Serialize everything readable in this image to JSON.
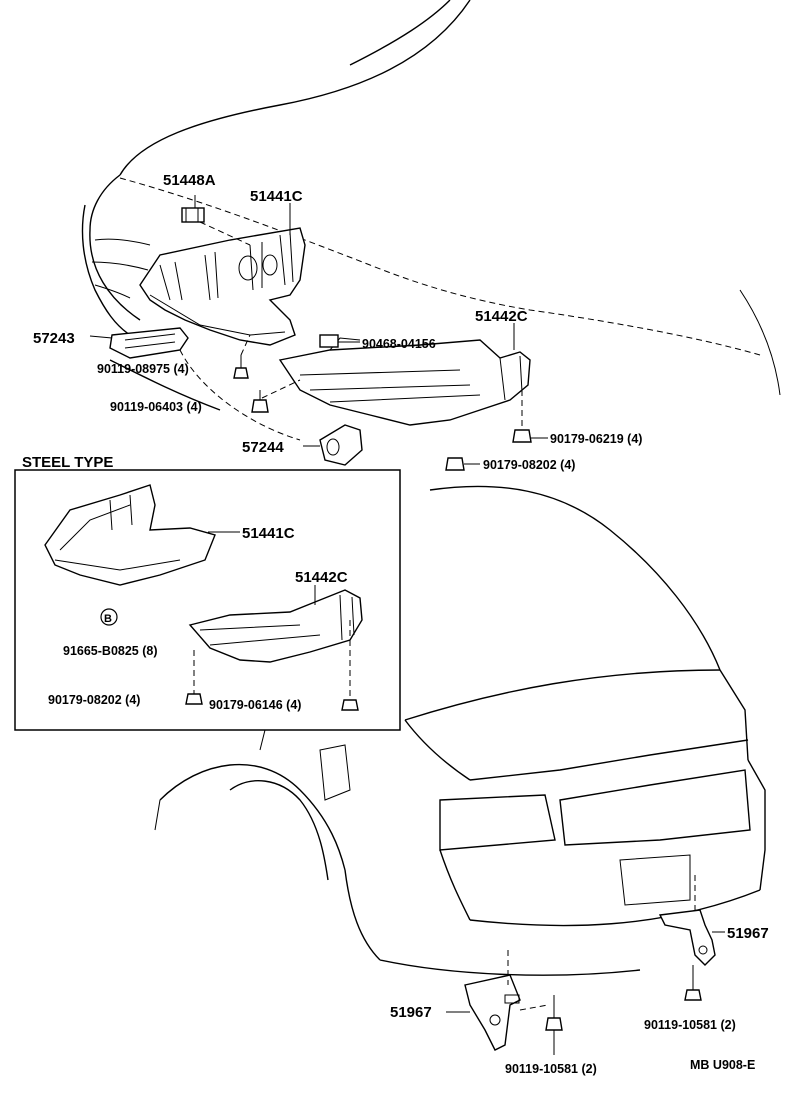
{
  "labels": {
    "p51448A": "51448A",
    "p51441C_top": "51441C",
    "p57243": "57243",
    "p90468": "90468-04156",
    "p51442C_top": "51442C",
    "p90119_08975": "90119-08975 (4)",
    "p90119_06403": "90119-06403 (4)",
    "p57244": "57244",
    "p90179_06219": "90179-06219 (4)",
    "p90179_08202_top": "90179-08202 (4)",
    "steel_type": "STEEL TYPE",
    "p51441C_inset": "51441C",
    "p51442C_inset": "51442C",
    "marker_b": "B",
    "p91665": "91665-B0825 (8)",
    "p90179_08202_inset": "90179-08202 (4)",
    "p90179_06146": "90179-06146 (4)",
    "p51967_right": "51967",
    "p51967_left": "51967",
    "p90119_10581_right": "90119-10581 (2)",
    "p90119_10581_left": "90119-10581 (2)",
    "diagram_code": "MB U908-E"
  }
}
